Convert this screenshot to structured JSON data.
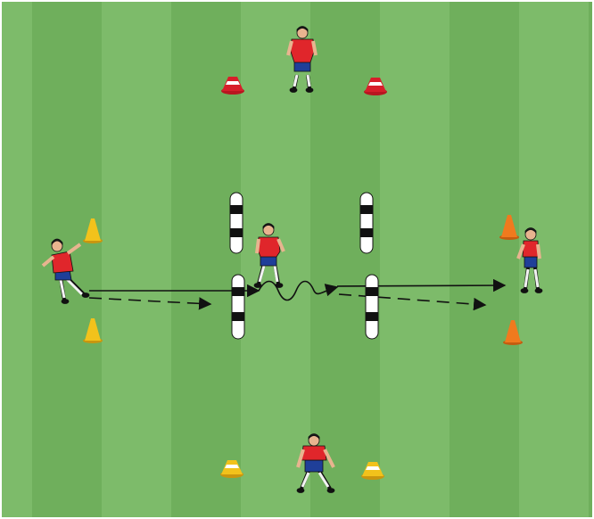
{
  "pitch": {
    "stripe_colors": [
      "#7dbb6a",
      "#6faf5c"
    ],
    "border_color": "#ffffff"
  },
  "colors": {
    "shirt": "#e0262b",
    "shorts": "#1f3f99",
    "socks": "#f2f2f2",
    "skin": "#e8b48f",
    "hair": "#1a1a1a",
    "cone_red": "#d81e2a",
    "cone_yellow": "#f2c21b",
    "cone_orange": "#f07a1e",
    "gate_pole": "#ffffff",
    "gate_band": "#111111",
    "arrow": "#111111"
  },
  "icons": {
    "player": "player-figure-icon",
    "cone": "training-cone-icon",
    "flat_cone": "flat-marker-cone-icon",
    "pole": "slalom-pole-icon"
  },
  "drill": {
    "players": [
      {
        "role": "top-player",
        "facing": "down"
      },
      {
        "role": "left-passer",
        "facing": "right"
      },
      {
        "role": "center-dribbler",
        "facing": "right"
      },
      {
        "role": "right-receiver",
        "facing": "left"
      },
      {
        "role": "bottom-player",
        "facing": "up"
      }
    ],
    "movement_lines": [
      {
        "kind": "pass",
        "style": "solid"
      },
      {
        "kind": "run",
        "style": "dashed"
      },
      {
        "kind": "dribble",
        "style": "wavy"
      },
      {
        "kind": "pass",
        "style": "solid"
      },
      {
        "kind": "run",
        "style": "dashed"
      }
    ]
  }
}
